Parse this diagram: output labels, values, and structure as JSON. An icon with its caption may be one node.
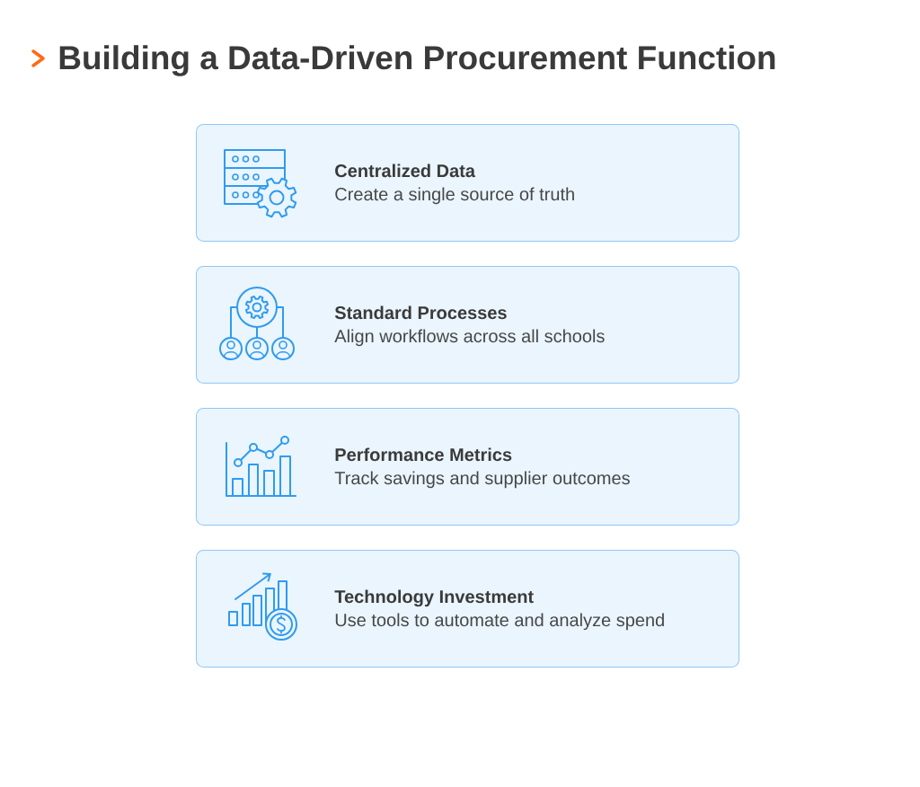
{
  "diagram": {
    "title": "Building a Data-Driven Procurement Function",
    "nodes": [
      {
        "text": [
          "Centralized Data",
          "Create a single source of truth"
        ]
      },
      {
        "text": [
          "Standard Processes",
          "Align workflows across all schools"
        ]
      },
      {
        "text": [
          "Performance Metrics",
          "Track savings and supplier outcomes"
        ]
      },
      {
        "text": [
          "Technology Investment",
          "Use tools to automate and analyze spend"
        ]
      }
    ]
  }
}
